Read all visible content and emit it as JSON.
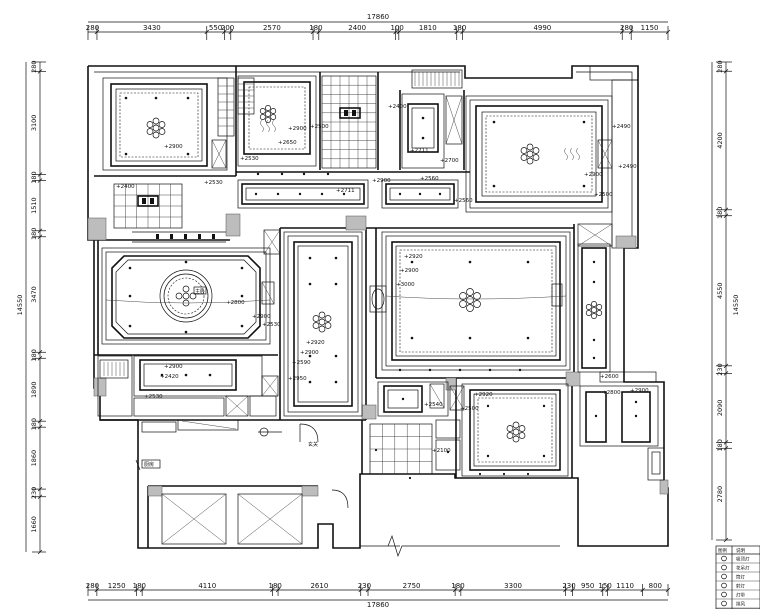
{
  "drawing": {
    "total_width": "17860",
    "total_height": "14550",
    "top_dims": [
      "280",
      "3430",
      "550",
      "200",
      "2570",
      "180",
      "2400",
      "100",
      "1810",
      "180",
      "4990",
      "280",
      "1150"
    ],
    "bottom_dims": [
      "280",
      "1250",
      "180",
      "4110",
      "180",
      "2610",
      "230",
      "2750",
      "180",
      "3300",
      "230",
      "950",
      "150",
      "1110",
      "800"
    ],
    "left_dims": [
      "280",
      "3100",
      "180",
      "1510",
      "180",
      "3470",
      "180",
      "1890",
      "180",
      "1860",
      "230",
      "1660"
    ],
    "right_dims": [
      "280",
      "4200",
      "180",
      "4550",
      "230",
      "2090",
      "180",
      "2780"
    ]
  },
  "levels": [
    "+2900",
    "+2650",
    "+2500",
    "+2530",
    "+2400",
    "+2711",
    "+2700",
    "+2560",
    "+2490",
    "+2800",
    "+2920",
    "+3000",
    "+2590",
    "+2950",
    "+2420",
    "+2600",
    "+2540",
    "+2100",
    "+2560"
  ],
  "room_tags": [
    "主卧",
    "厨房",
    "玄关"
  ],
  "legend": {
    "header": [
      "图例",
      "说明"
    ],
    "rows": [
      "吸顶灯",
      "花吊灯",
      "筒灯",
      "射灯",
      "灯带",
      "排风"
    ]
  },
  "colors": {
    "line": "#111111",
    "hatch": "#bdbdbd"
  }
}
